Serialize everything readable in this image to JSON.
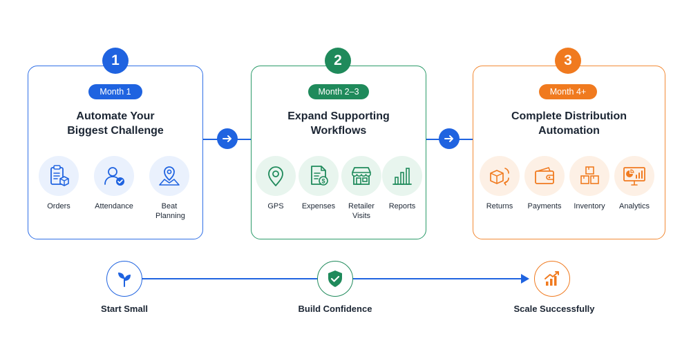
{
  "colors": {
    "blue": "#1f63e0",
    "green": "#1f8a5b",
    "orange": "#f07a1f"
  },
  "stages": [
    {
      "number": "1",
      "month": "Month 1",
      "title_line1": "Automate Your",
      "title_line2": "Biggest Challenge",
      "features": [
        {
          "label": "Orders",
          "icon": "clipboard-box-icon"
        },
        {
          "label": "Attendance",
          "icon": "user-check-icon"
        },
        {
          "label": "Beat Planning",
          "icon": "map-pin-icon"
        }
      ]
    },
    {
      "number": "2",
      "month": "Month 2–3",
      "title_line1": "Expand Supporting",
      "title_line2": "Workflows",
      "features": [
        {
          "label": "GPS",
          "icon": "location-pin-icon"
        },
        {
          "label": "Expenses",
          "icon": "receipt-dollar-icon"
        },
        {
          "label": "Retailer Visits",
          "icon": "storefront-icon"
        },
        {
          "label": "Reports",
          "icon": "bar-chart-icon"
        }
      ]
    },
    {
      "number": "3",
      "month": "Month 4+",
      "title_line1": "Complete Distribution",
      "title_line2": "Automation",
      "features": [
        {
          "label": "Returns",
          "icon": "box-return-icon"
        },
        {
          "label": "Payments",
          "icon": "wallet-icon"
        },
        {
          "label": "Inventory",
          "icon": "stacked-boxes-icon"
        },
        {
          "label": "Analytics",
          "icon": "monitor-chart-icon"
        }
      ]
    }
  ],
  "journey": [
    {
      "label": "Start Small",
      "icon": "sprout-icon"
    },
    {
      "label": "Build Confidence",
      "icon": "shield-check-icon"
    },
    {
      "label": "Scale Successfully",
      "icon": "growth-chart-icon"
    }
  ]
}
